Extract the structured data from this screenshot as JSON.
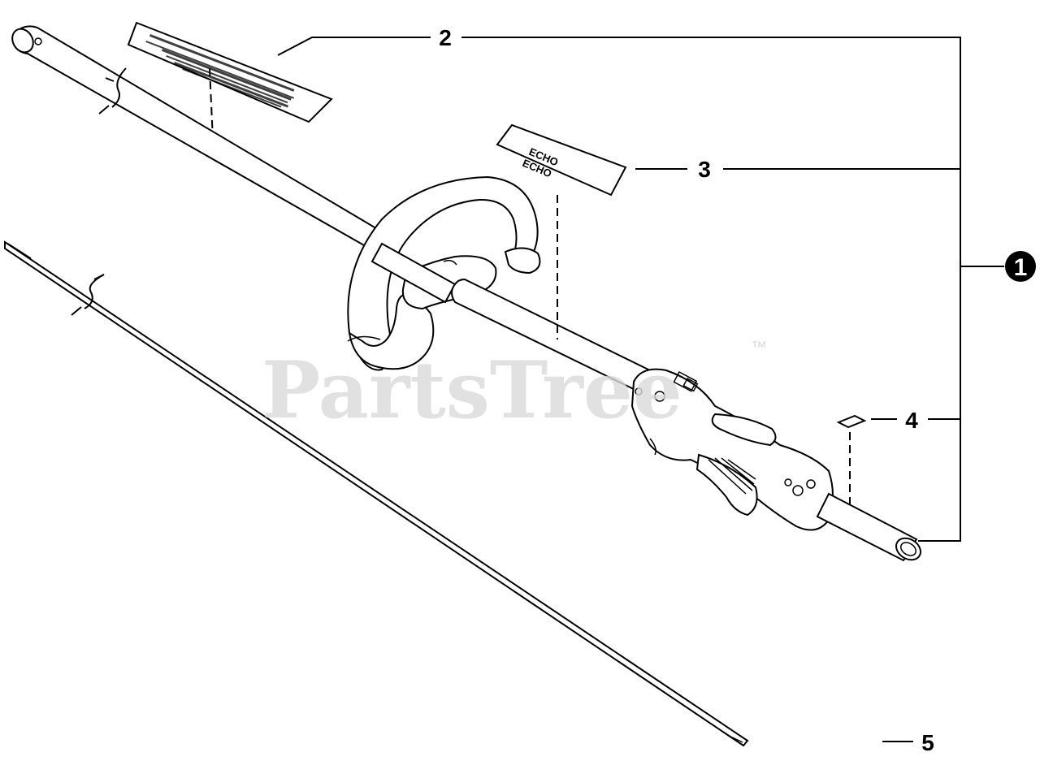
{
  "diagram": {
    "callouts": [
      {
        "id": "1",
        "label": "1"
      },
      {
        "id": "2",
        "label": "2"
      },
      {
        "id": "3",
        "label": "3"
      },
      {
        "id": "4",
        "label": "4"
      },
      {
        "id": "5",
        "label": "5"
      }
    ],
    "watermark": {
      "text": "PartsTree",
      "trademark": "™"
    },
    "decal_label": {
      "brand_top": "ECHO",
      "brand_bottom": "ECHO"
    }
  },
  "colors": {
    "line": "#000000",
    "background": "#ffffff",
    "watermark": "#d9d9d9"
  }
}
